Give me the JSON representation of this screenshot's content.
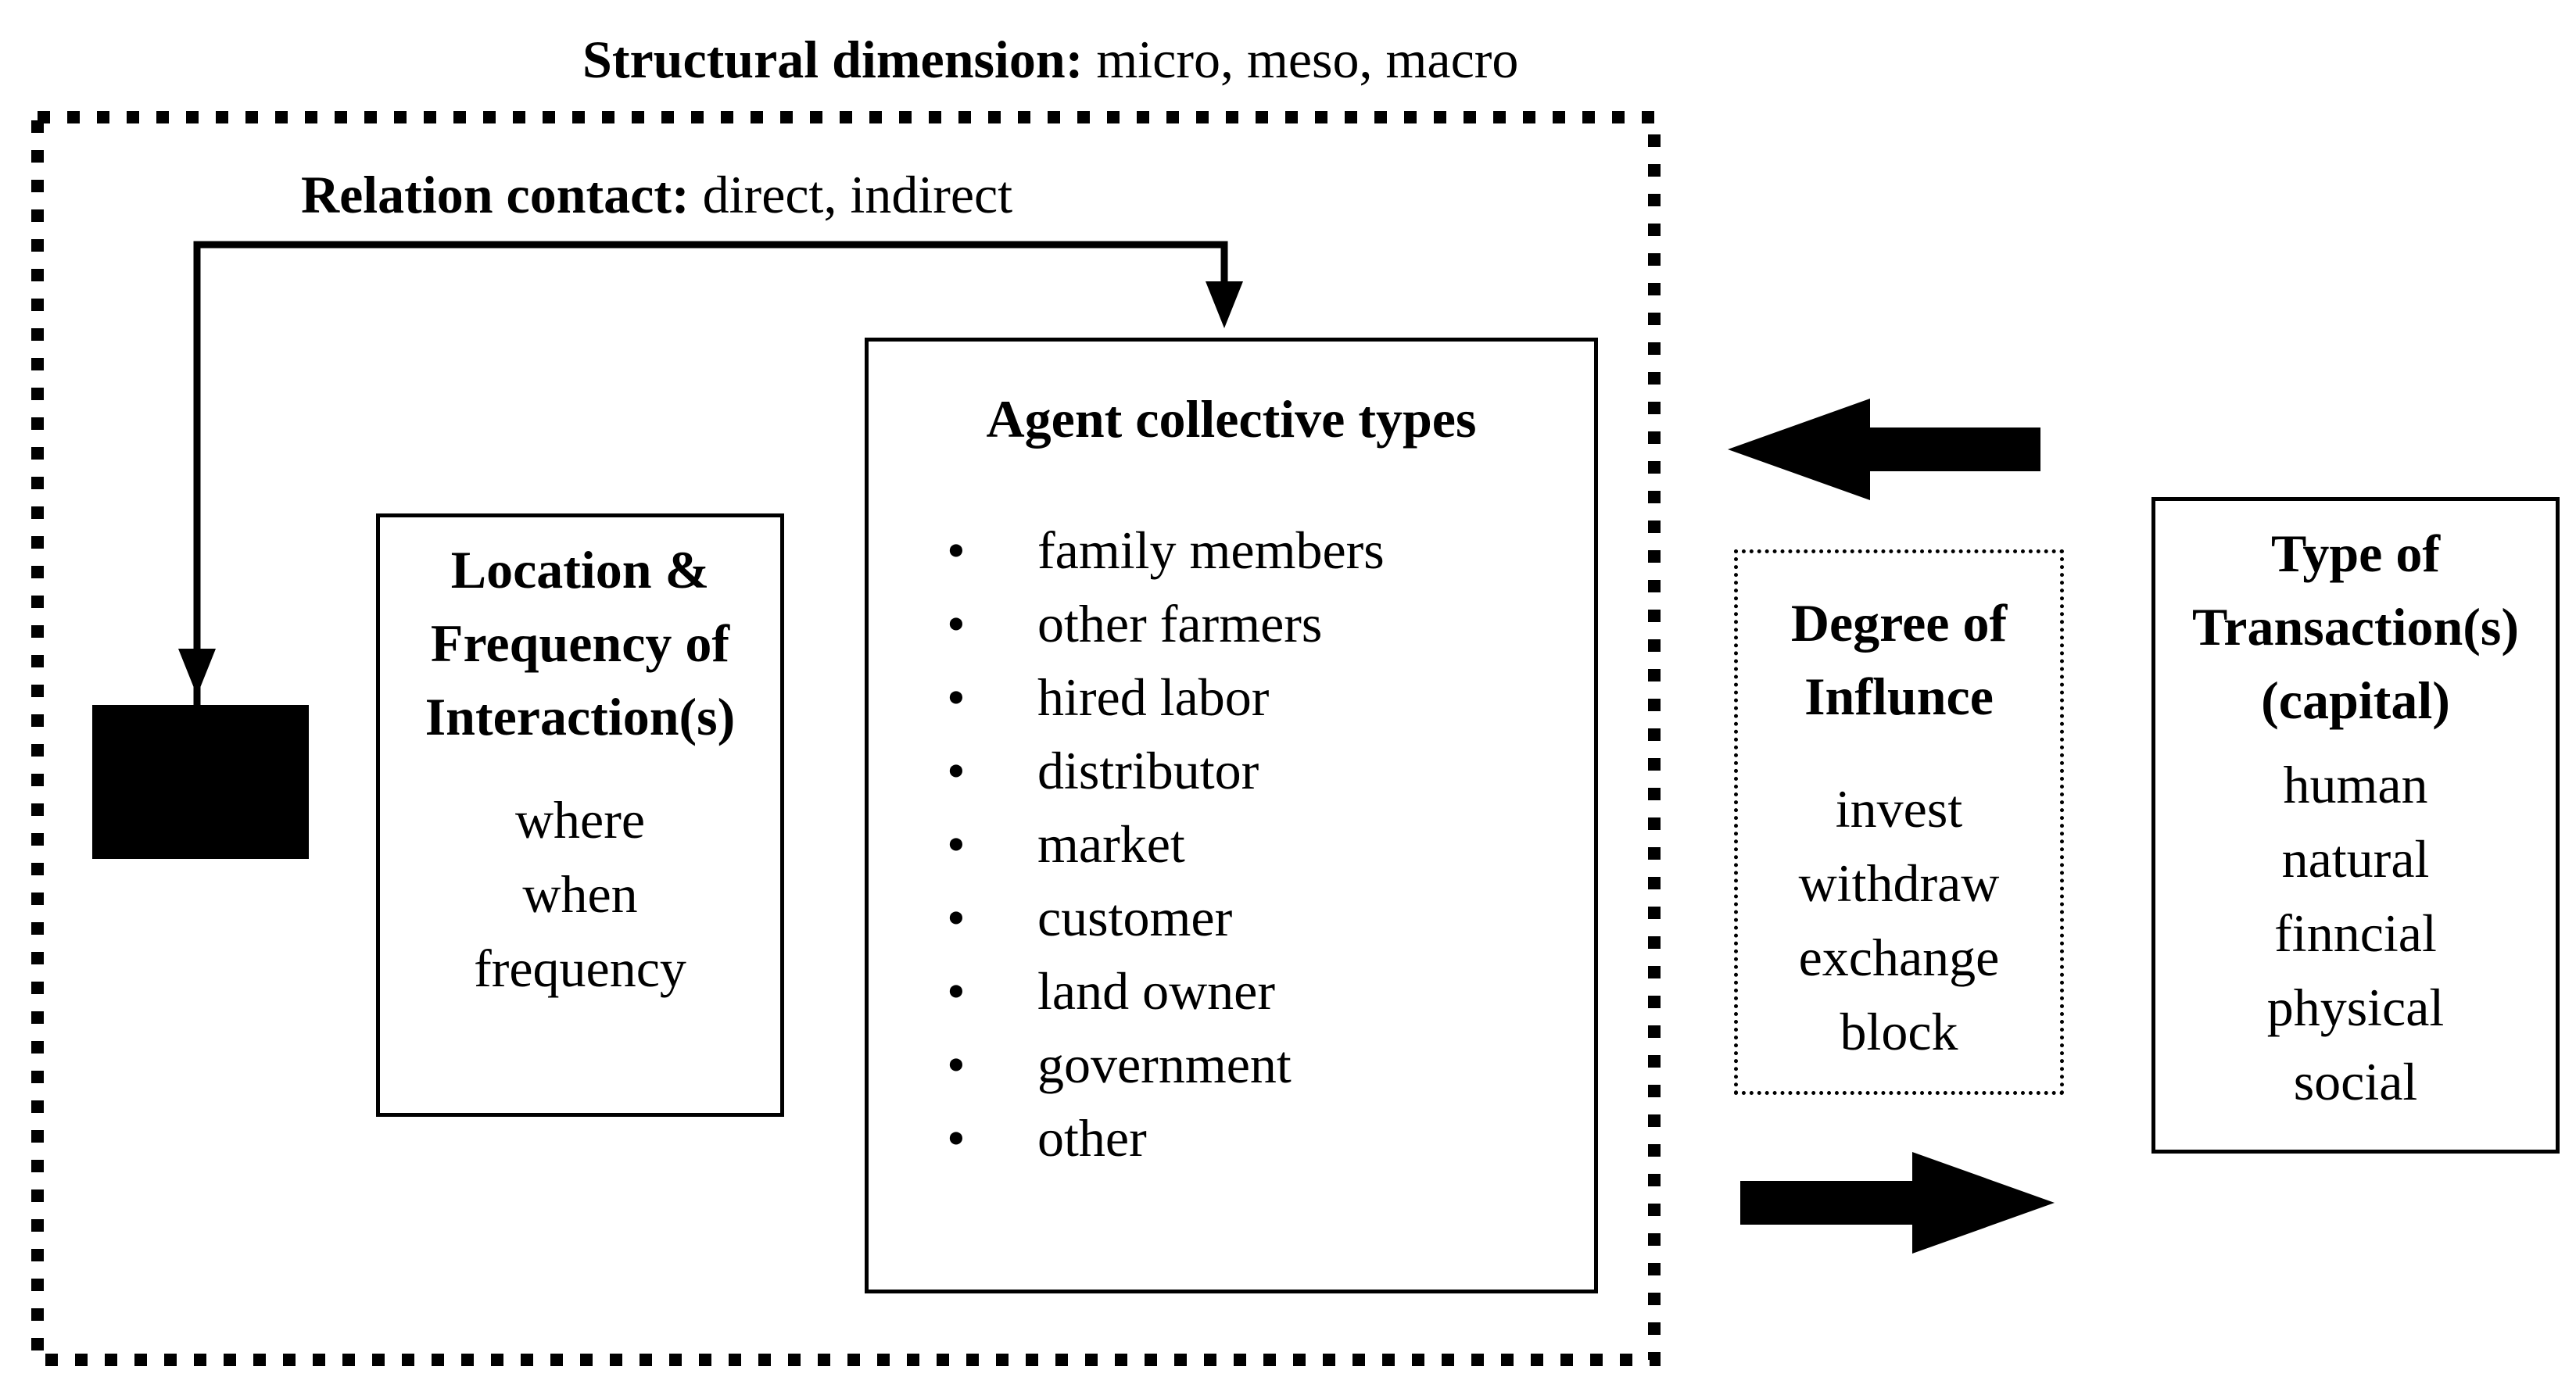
{
  "structural_dimension": {
    "label": "Structural dimension:",
    "value": "micro, meso, macro"
  },
  "relation_contact": {
    "label": "Relation contact:",
    "value": "direct, indirect"
  },
  "location_box": {
    "title_lines": [
      "Location &",
      "Frequency of",
      "Interaction(s)"
    ],
    "items": [
      "where",
      "when",
      "frequency"
    ]
  },
  "agent_box": {
    "title": "Agent collective types",
    "bullet": "•",
    "items": [
      "family members",
      "other farmers",
      "hired labor",
      "distributor",
      "market",
      "customer",
      "land owner",
      "government",
      "other"
    ]
  },
  "influence_box": {
    "title_lines": [
      "Degree of",
      "Influnce"
    ],
    "items": [
      "invest",
      "withdraw",
      "exchange",
      "block"
    ]
  },
  "transaction_box": {
    "title_lines": [
      "Type of",
      "Transaction(s)",
      "(capital)"
    ],
    "items": [
      "human",
      "natural",
      "finncial",
      "physical",
      "social"
    ]
  }
}
